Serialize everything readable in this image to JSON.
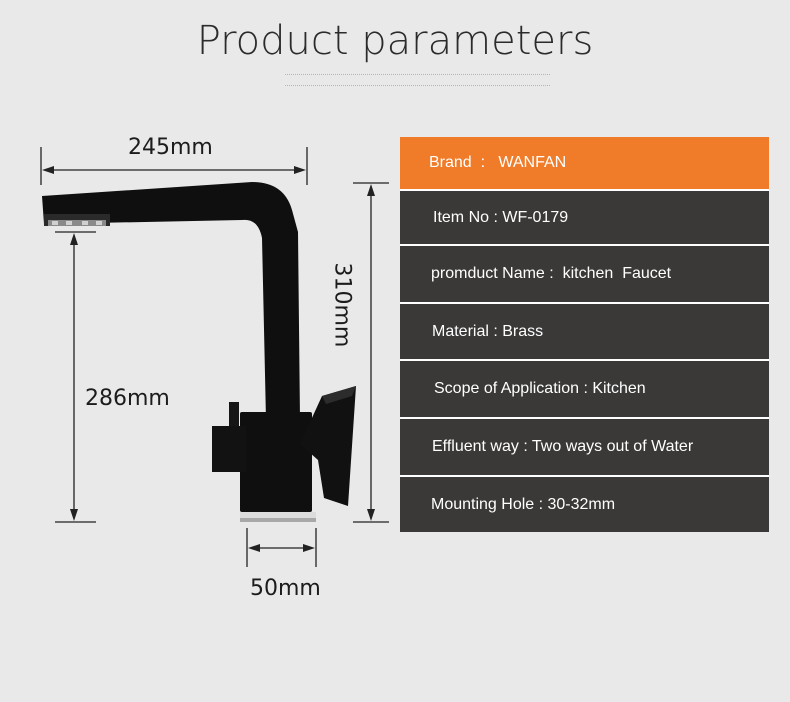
{
  "title": "Product parameters",
  "dimensions": {
    "width_top": "245mm",
    "height_total": "310mm",
    "height_spout": "286mm",
    "base_width": "50mm"
  },
  "specs": [
    {
      "text": "Brand  :   WANFAN"
    },
    {
      "text": "Item No : WF-0179"
    },
    {
      "text": "promduct Name :  kitchen  Faucet"
    },
    {
      "text": "Material : Brass"
    },
    {
      "text": "Scope of Application : Kitchen"
    },
    {
      "text": "Effluent way : Two ways out of Water"
    },
    {
      "text": "Mounting Hole : 30-32mm"
    }
  ],
  "colors": {
    "accent": "#f07c2a",
    "row_background": "#3a3938",
    "page_background": "#e9e9e9"
  }
}
